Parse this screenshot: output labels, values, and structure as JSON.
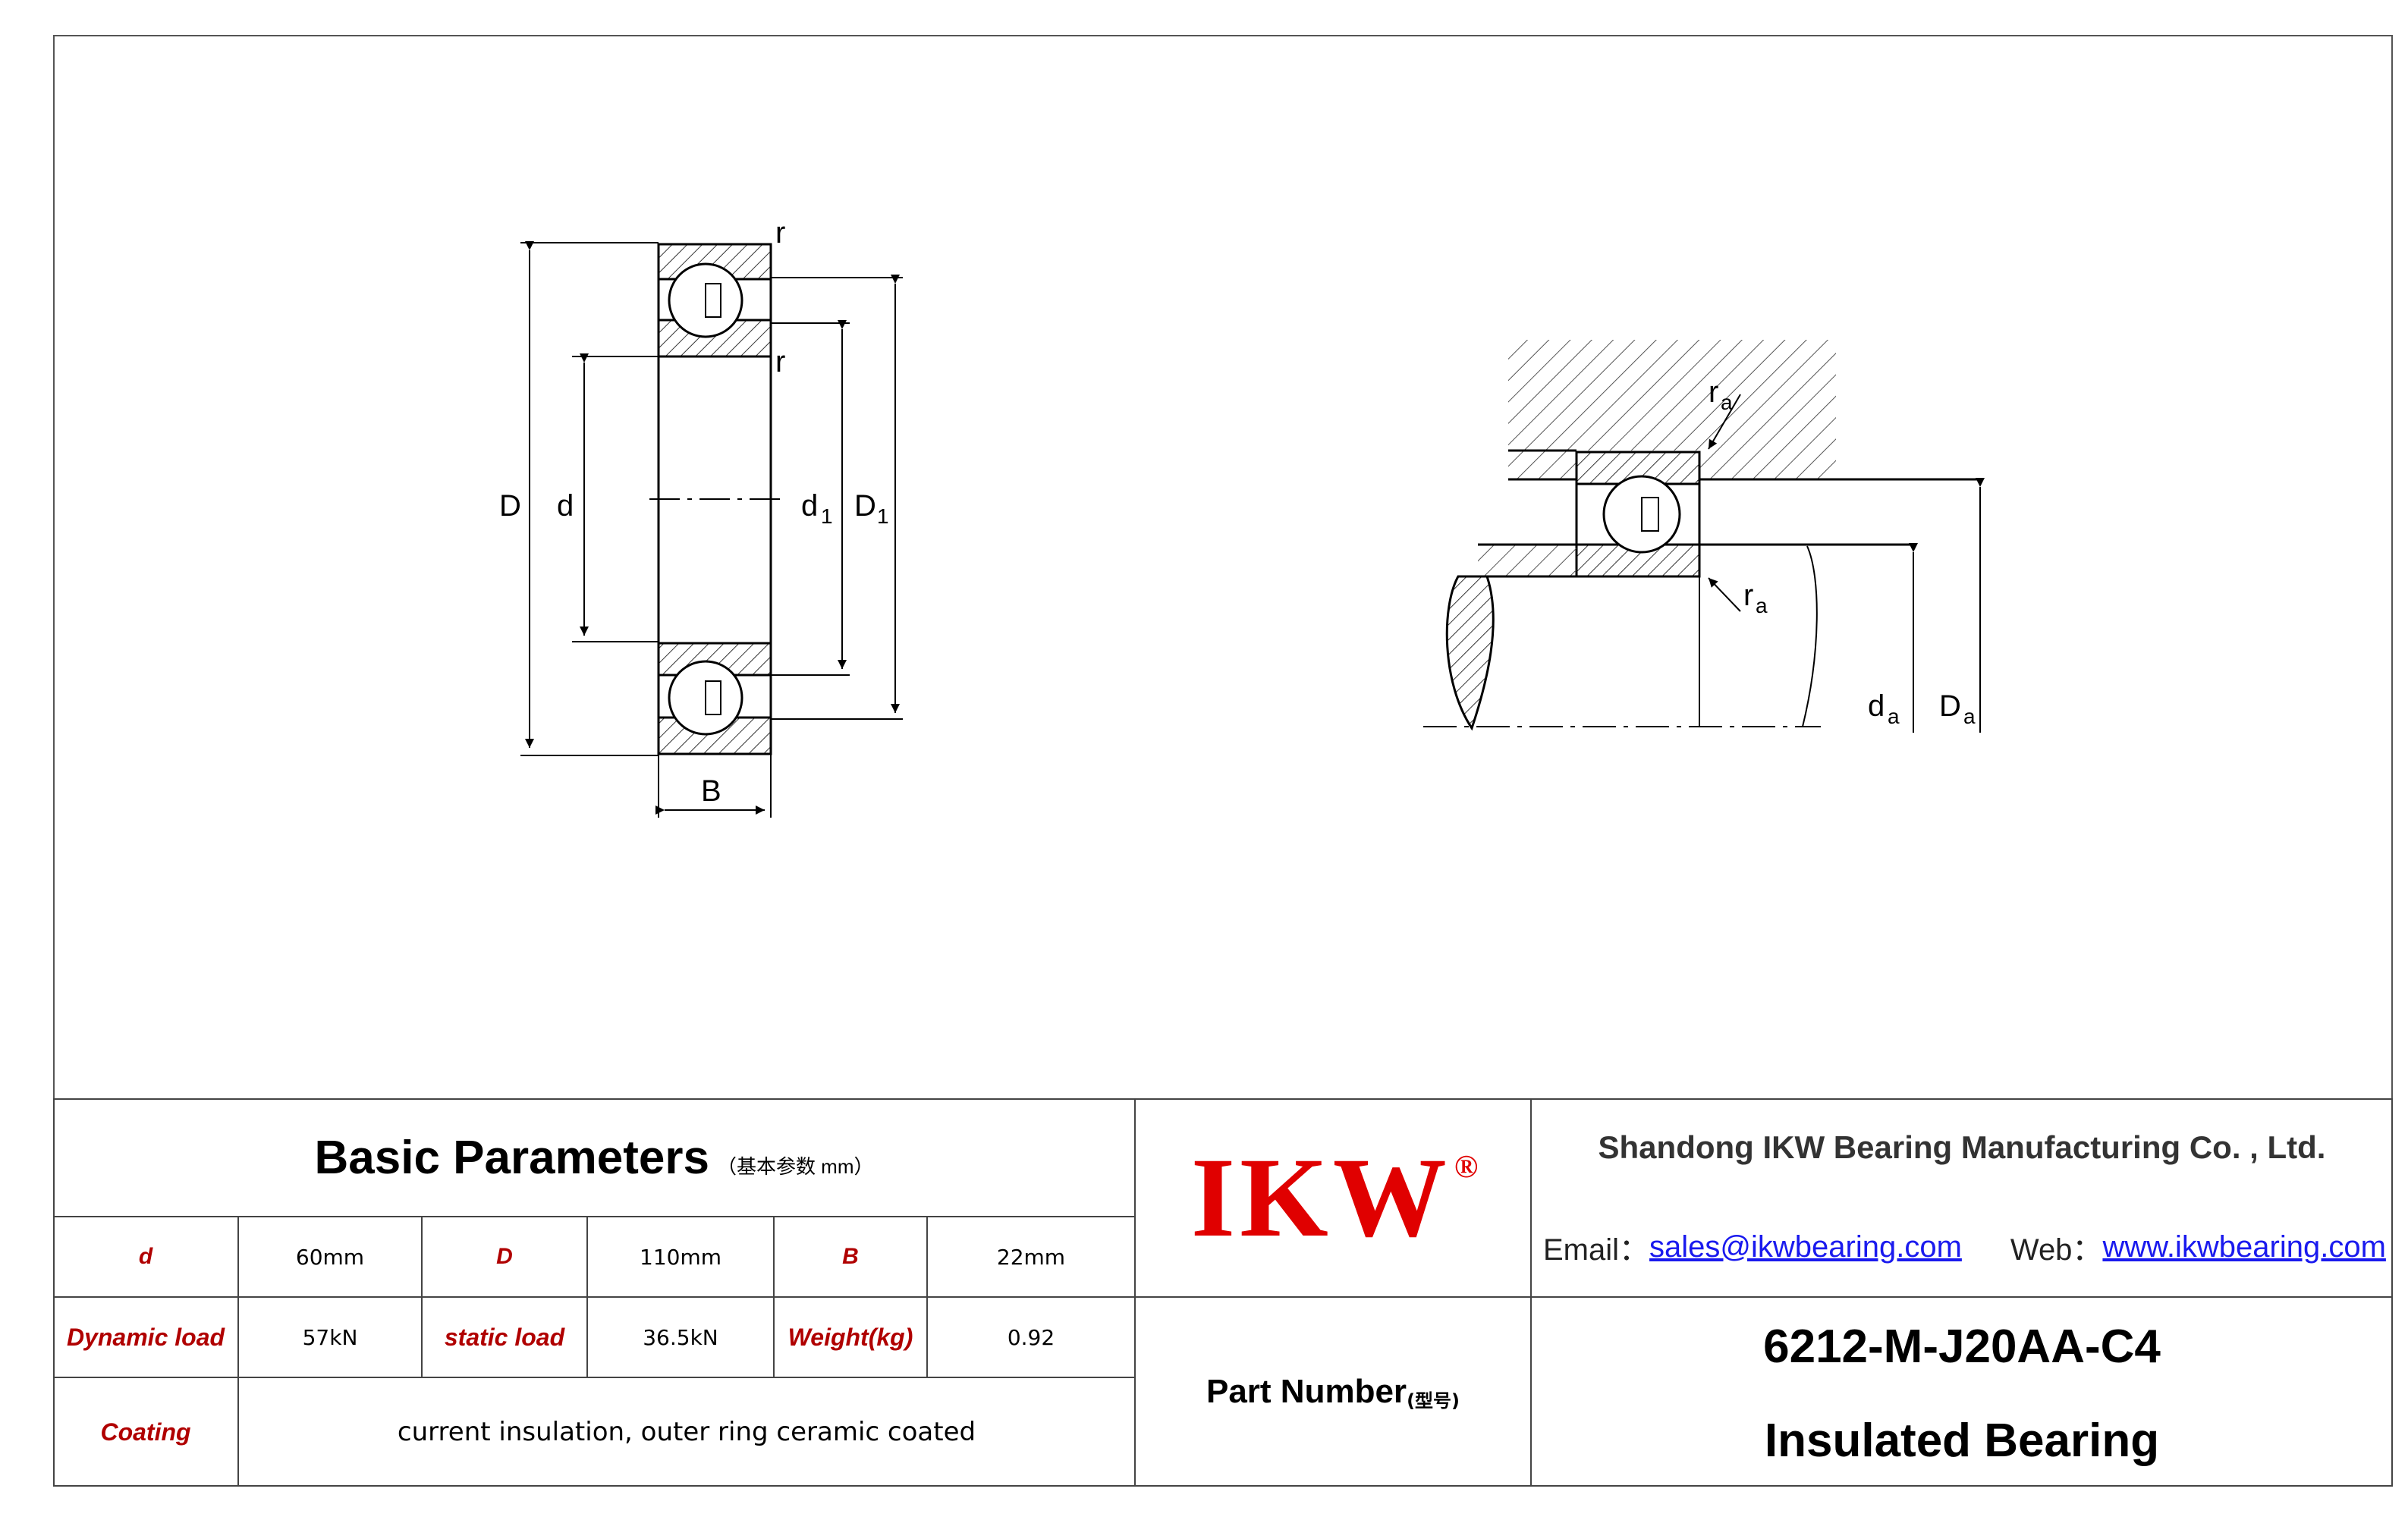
{
  "drawing": {
    "labels": {
      "r_top": "r",
      "r_mid": "r",
      "D": "D",
      "d": "d",
      "d1_base": "d",
      "d1_sub": "1",
      "D1_base": "D",
      "D1_sub": "1",
      "B": "B",
      "ra_top_base": "r",
      "ra_top_sub": "a",
      "ra_bot_base": "r",
      "ra_bot_sub": "a",
      "da_base": "d",
      "da_sub": "a",
      "Da_base": "D",
      "Da_sub": "a"
    }
  },
  "basic_parameters": {
    "title": "Basic Parameters",
    "subtitle": "（基本参数 mm）",
    "rows": [
      [
        {
          "label": "d",
          "value": "60mm"
        },
        {
          "label": "D",
          "value": "110mm"
        },
        {
          "label": "B",
          "value": "22mm"
        }
      ],
      [
        {
          "label": "Dynamic load",
          "value": "57kN"
        },
        {
          "label": "static load",
          "value": "36.5kN"
        },
        {
          "label": "Weight(kg)",
          "value": "0.92"
        }
      ]
    ],
    "coating_label": "Coating",
    "coating_value": "current insulation, outer ring ceramic coated"
  },
  "logo": {
    "text": "IKW",
    "reg": "®"
  },
  "part_number_label": "Part Number",
  "part_number_label_cn": "(型号)",
  "company": {
    "name": "Shandong IKW Bearing Manufacturing Co. , Ltd.",
    "email_label": "Email：",
    "email": "sales@ikwbearing.com",
    "web_label": "Web：",
    "web": "www.ikwbearing.com"
  },
  "product": {
    "part_number": "6212-M-J20AA-C4",
    "type": "Insulated Bearing"
  },
  "colors": {
    "label_red": "#b00000",
    "logo_red": "#e00000",
    "link_blue": "#1a1aee"
  }
}
